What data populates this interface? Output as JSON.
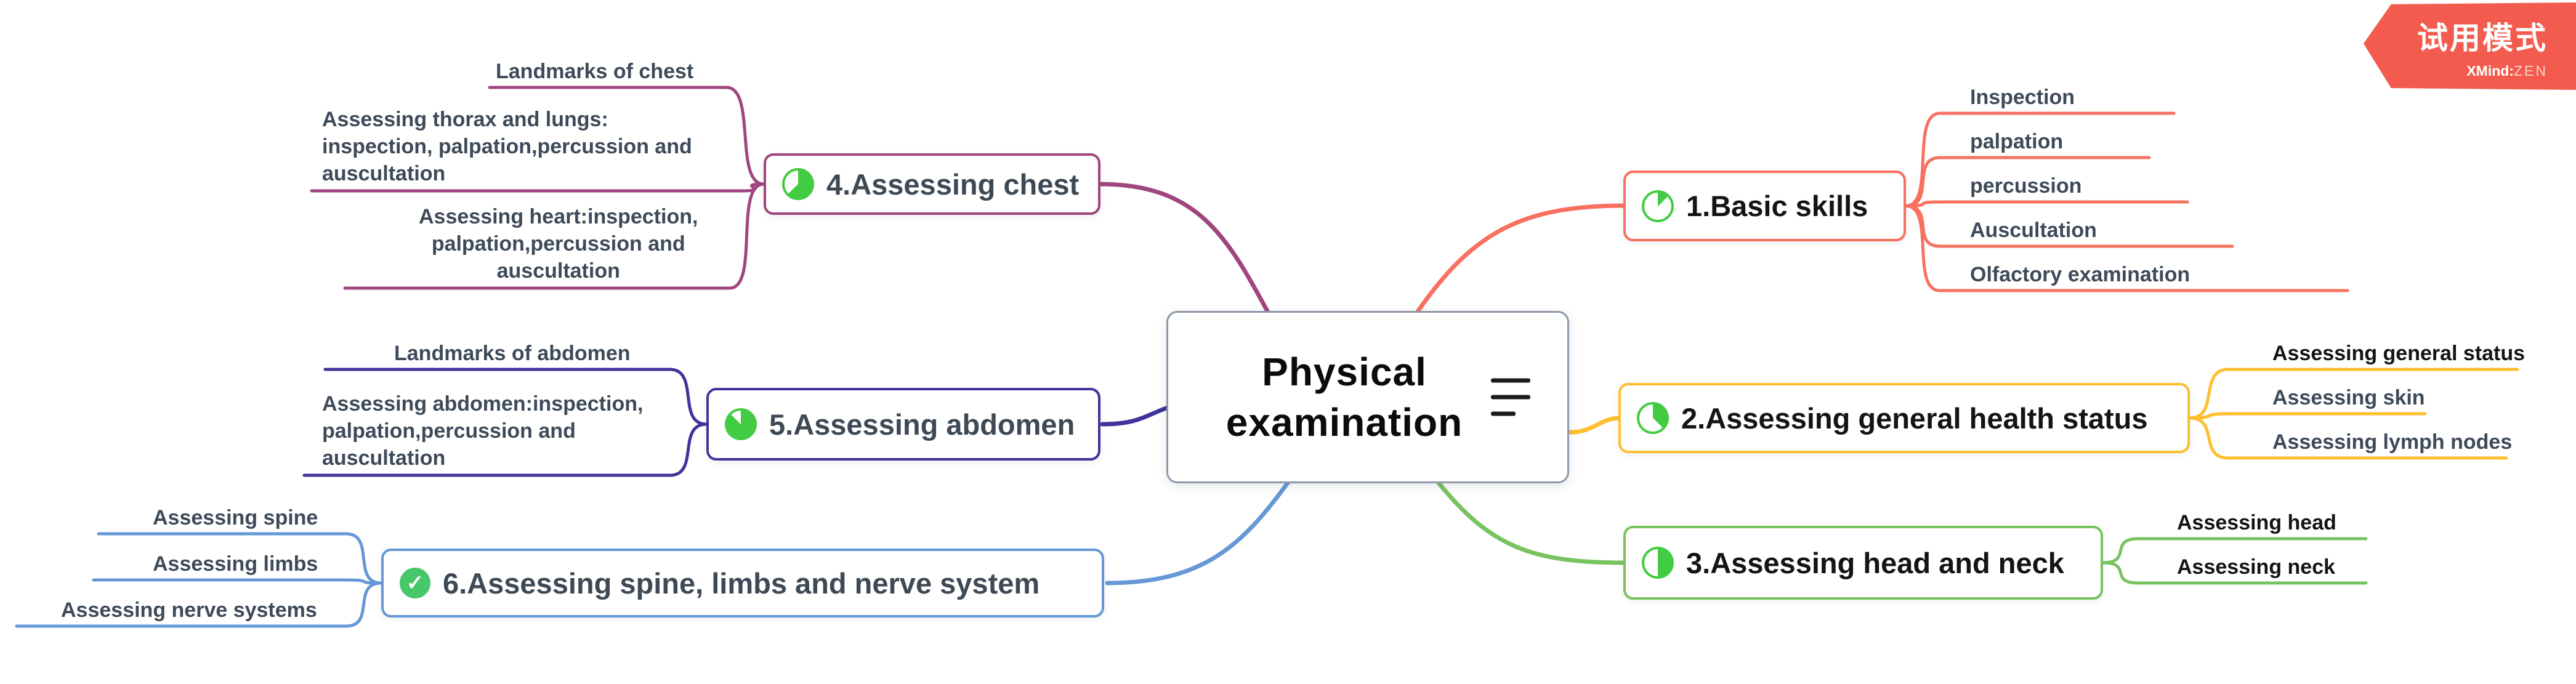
{
  "badge": {
    "title": "试用模式",
    "brand": "XMind:",
    "brand_suffix": "ZEN",
    "bg": "#F25B4D"
  },
  "central": {
    "title": "Physical examination"
  },
  "icon_colors": {
    "progress": "#43CC43",
    "done": "#47C769"
  },
  "branches": [
    {
      "id": "b1",
      "label": "1.Basic skills",
      "color": "#F8705F",
      "label_color": "#141414",
      "icon": "progress",
      "progress_percent": 12.5,
      "children": [
        {
          "label": "Inspection",
          "color": "#3E4A59"
        },
        {
          "label": "palpation",
          "color": "#3E4A59"
        },
        {
          "label": "percussion",
          "color": "#3E4A59"
        },
        {
          "label": "Auscultation",
          "color": "#3E4A59"
        },
        {
          "label": "Olfactory examination",
          "color": "#3E4A59"
        }
      ]
    },
    {
      "id": "b2",
      "label": "2.Assessing general health status",
      "color": "#FFBE2E",
      "label_color": "#141414",
      "icon": "progress",
      "progress_percent": 37.5,
      "children": [
        {
          "label": "Assessing general status",
          "color": "#141414"
        },
        {
          "label": "Assessing skin",
          "color": "#3E4A59"
        },
        {
          "label": "Assessing lymph nodes",
          "color": "#3E4A59"
        }
      ]
    },
    {
      "id": "b3",
      "label": "3.Assessing head and neck",
      "color": "#77C35F",
      "label_color": "#141414",
      "icon": "progress",
      "progress_percent": 50,
      "children": [
        {
          "label": "Assessing head",
          "color": "#141414"
        },
        {
          "label": "Assessing neck",
          "color": "#141414"
        }
      ]
    },
    {
      "id": "b4",
      "label": "4.Assessing chest",
      "color": "#A0457E",
      "label_color": "#3E4956",
      "icon": "progress",
      "progress_percent": 62.5,
      "children": [
        {
          "label": "Landmarks of chest",
          "color": "#3E4A59"
        },
        {
          "label": "Assessing thorax and lungs:\ninspection, palpation,percussion and\nauscultation",
          "color": "#3E4A59"
        },
        {
          "label": "Assessing heart:inspection,\npalpation,percussion and\nauscultation",
          "color": "#3E4A59"
        }
      ]
    },
    {
      "id": "b5",
      "label": "5.Assessing abdomen",
      "color": "#40349B",
      "label_color": "#3E4956",
      "icon": "progress",
      "progress_percent": 87.5,
      "children": [
        {
          "label": "Landmarks of abdomen",
          "color": "#3E4A59"
        },
        {
          "label": "Assessing abdomen:inspection,\npalpation,percussion and\nauscultation",
          "color": "#3E4A59"
        }
      ]
    },
    {
      "id": "b6",
      "label": "6.Assessing spine, limbs and nerve system",
      "color": "#6598D5",
      "label_color": "#3E4956",
      "icon": "task-done",
      "children": [
        {
          "label": "Assessing spine",
          "color": "#3E4A59"
        },
        {
          "label": "Assessing limbs",
          "color": "#3E4A59"
        },
        {
          "label": "Assessing nerve systems",
          "color": "#3E4A59"
        }
      ]
    }
  ]
}
